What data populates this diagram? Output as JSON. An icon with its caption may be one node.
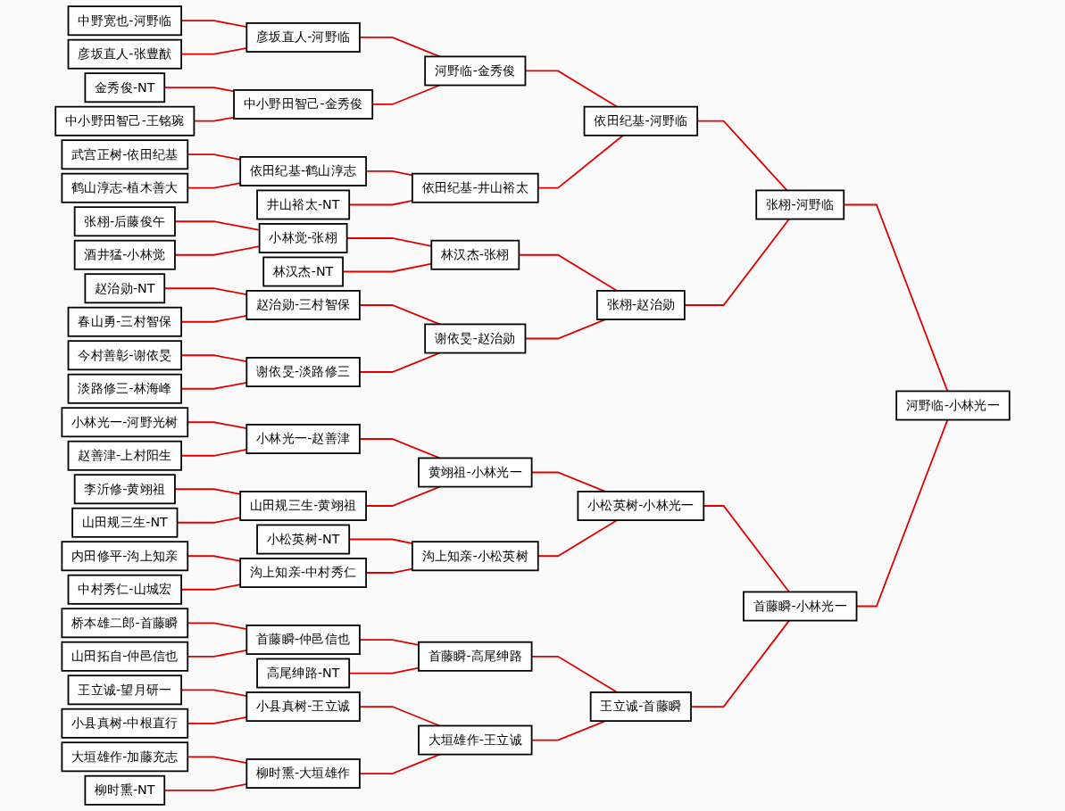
{
  "diagram": {
    "nodes": [
      {
        "text": [
          "中野宽也-河野临"
        ]
      },
      {
        "text": [
          "彦坂直人-张豊猷"
        ]
      },
      {
        "text": [
          "金秀俊-NT"
        ]
      },
      {
        "text": [
          "中小野田智己-王铭琬"
        ]
      },
      {
        "text": [
          "武宫正树-依田纪基"
        ]
      },
      {
        "text": [
          "鹤山淳志-植木善大"
        ]
      },
      {
        "text": [
          "张栩-后藤俊午"
        ]
      },
      {
        "text": [
          "酒井猛-小林觉"
        ]
      },
      {
        "text": [
          "赵治勋-NT"
        ]
      },
      {
        "text": [
          "春山勇-三村智保"
        ]
      },
      {
        "text": [
          "今村善彰-谢依旻"
        ]
      },
      {
        "text": [
          "淡路修三-林海峰"
        ]
      },
      {
        "text": [
          "小林光一-河野光树"
        ]
      },
      {
        "text": [
          "赵善津-上村阳生"
        ]
      },
      {
        "text": [
          "李沂修-黄翊祖"
        ]
      },
      {
        "text": [
          "山田规三生-NT"
        ]
      },
      {
        "text": [
          "内田修平-沟上知亲"
        ]
      },
      {
        "text": [
          "中村秀仁-山城宏"
        ]
      },
      {
        "text": [
          "桥本雄二郎-首藤瞬"
        ]
      },
      {
        "text": [
          "山田拓自-仲邑信也"
        ]
      },
      {
        "text": [
          "王立诚-望月研一"
        ]
      },
      {
        "text": [
          "小县真树-中根直行"
        ]
      },
      {
        "text": [
          "大垣雄作-加藤充志"
        ]
      },
      {
        "text": [
          "柳时熏-NT"
        ]
      },
      {
        "text": [
          "彦坂直人-河野临"
        ]
      },
      {
        "text": [
          "中小野田智己-金秀俊"
        ]
      },
      {
        "text": [
          "依田纪基-鹤山淳志"
        ]
      },
      {
        "text": [
          "井山裕太-NT"
        ]
      },
      {
        "text": [
          "小林觉-张栩"
        ]
      },
      {
        "text": [
          "林汉杰-NT"
        ]
      },
      {
        "text": [
          "赵治勋-三村智保"
        ]
      },
      {
        "text": [
          "谢依旻-淡路修三"
        ]
      },
      {
        "text": [
          "小林光一-赵善津"
        ]
      },
      {
        "text": [
          "山田规三生-黄翊祖"
        ]
      },
      {
        "text": [
          "小松英树-NT"
        ]
      },
      {
        "text": [
          "沟上知亲-中村秀仁"
        ]
      },
      {
        "text": [
          "首藤瞬-仲邑信也"
        ]
      },
      {
        "text": [
          "高尾绅路-NT"
        ]
      },
      {
        "text": [
          "小县真树-王立诚"
        ]
      },
      {
        "text": [
          "柳时熏-大垣雄作"
        ]
      },
      {
        "text": [
          "河野临-金秀俊"
        ]
      },
      {
        "text": [
          "依田纪基-井山裕太"
        ]
      },
      {
        "text": [
          "林汉杰-张栩"
        ]
      },
      {
        "text": [
          "谢依旻-赵治勋"
        ]
      },
      {
        "text": [
          "黄翊祖-小林光一"
        ]
      },
      {
        "text": [
          "沟上知亲-小松英树"
        ]
      },
      {
        "text": [
          "首藤瞬-高尾绅路"
        ]
      },
      {
        "text": [
          "大垣雄作-王立诚"
        ]
      },
      {
        "text": [
          "依田纪基-河野临"
        ]
      },
      {
        "text": [
          "张栩-赵治勋"
        ]
      },
      {
        "text": [
          "小松英树-小林光一"
        ]
      },
      {
        "text": [
          "王立诚-首藤瞬"
        ]
      },
      {
        "text": [
          "张栩-河野临"
        ]
      },
      {
        "text": [
          "首藤瞬-小林光一"
        ]
      },
      {
        "text": [
          "河野临-小林光一"
        ]
      }
    ],
    "edges": [
      {
        "from": 0,
        "to": 24,
        "arrow": "none"
      },
      {
        "from": 1,
        "to": 24,
        "arrow": "none"
      },
      {
        "from": 2,
        "to": 25,
        "arrow": "none"
      },
      {
        "from": 3,
        "to": 25,
        "arrow": "none"
      },
      {
        "from": 4,
        "to": 26,
        "arrow": "none"
      },
      {
        "from": 5,
        "to": 26,
        "arrow": "none"
      },
      {
        "from": 6,
        "to": 28,
        "arrow": "none"
      },
      {
        "from": 7,
        "to": 28,
        "arrow": "none"
      },
      {
        "from": 8,
        "to": 30,
        "arrow": "none"
      },
      {
        "from": 9,
        "to": 30,
        "arrow": "none"
      },
      {
        "from": 10,
        "to": 31,
        "arrow": "none"
      },
      {
        "from": 11,
        "to": 31,
        "arrow": "none"
      },
      {
        "from": 12,
        "to": 32,
        "arrow": "none"
      },
      {
        "from": 13,
        "to": 32,
        "arrow": "none"
      },
      {
        "from": 14,
        "to": 33,
        "arrow": "none"
      },
      {
        "from": 15,
        "to": 33,
        "arrow": "none"
      },
      {
        "from": 16,
        "to": 35,
        "arrow": "none"
      },
      {
        "from": 17,
        "to": 35,
        "arrow": "none"
      },
      {
        "from": 18,
        "to": 36,
        "arrow": "none"
      },
      {
        "from": 19,
        "to": 36,
        "arrow": "none"
      },
      {
        "from": 20,
        "to": 38,
        "arrow": "none"
      },
      {
        "from": 21,
        "to": 38,
        "arrow": "none"
      },
      {
        "from": 22,
        "to": 39,
        "arrow": "none"
      },
      {
        "from": 23,
        "to": 39,
        "arrow": "none"
      },
      {
        "from": 24,
        "to": 40,
        "arrow": "none"
      },
      {
        "from": 25,
        "to": 40,
        "arrow": "none"
      },
      {
        "from": 26,
        "to": 41,
        "arrow": "none"
      },
      {
        "from": 27,
        "to": 41,
        "arrow": "none"
      },
      {
        "from": 28,
        "to": 42,
        "arrow": "none"
      },
      {
        "from": 29,
        "to": 42,
        "arrow": "none"
      },
      {
        "from": 30,
        "to": 43,
        "arrow": "none"
      },
      {
        "from": 31,
        "to": 43,
        "arrow": "none"
      },
      {
        "from": 32,
        "to": 44,
        "arrow": "none"
      },
      {
        "from": 33,
        "to": 44,
        "arrow": "none"
      },
      {
        "from": 34,
        "to": 45,
        "arrow": "none"
      },
      {
        "from": 35,
        "to": 45,
        "arrow": "none"
      },
      {
        "from": 36,
        "to": 46,
        "arrow": "none"
      },
      {
        "from": 37,
        "to": 46,
        "arrow": "none"
      },
      {
        "from": 38,
        "to": 47,
        "arrow": "none"
      },
      {
        "from": 39,
        "to": 47,
        "arrow": "none"
      },
      {
        "from": 40,
        "to": 48,
        "arrow": "none"
      },
      {
        "from": 41,
        "to": 48,
        "arrow": "none"
      },
      {
        "from": 42,
        "to": 49,
        "arrow": "none"
      },
      {
        "from": 43,
        "to": 49,
        "arrow": "none"
      },
      {
        "from": 44,
        "to": 50,
        "arrow": "none"
      },
      {
        "from": 45,
        "to": 50,
        "arrow": "none"
      },
      {
        "from": 46,
        "to": 51,
        "arrow": "none"
      },
      {
        "from": 47,
        "to": 51,
        "arrow": "none"
      },
      {
        "from": 48,
        "to": 52,
        "arrow": "none"
      },
      {
        "from": 49,
        "to": 52,
        "arrow": "none"
      },
      {
        "from": 50,
        "to": 53,
        "arrow": "none"
      },
      {
        "from": 51,
        "to": 53,
        "arrow": "none"
      },
      {
        "from": 52,
        "to": 54,
        "arrow": "none"
      },
      {
        "from": 53,
        "to": 54,
        "arrow": "none"
      }
    ]
  }
}
